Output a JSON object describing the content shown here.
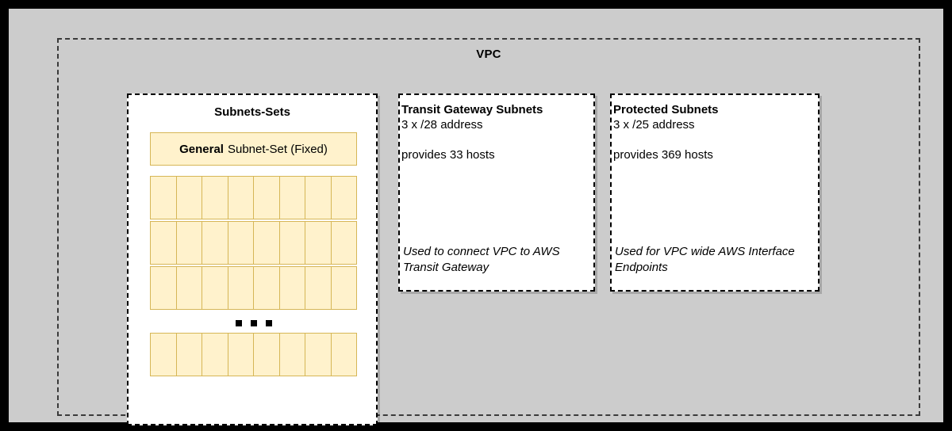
{
  "diagram": {
    "outer_border_color": "#000000",
    "plate_color": "#cccccc",
    "accent_fill": "#fff2cc",
    "accent_stroke": "#d6b656"
  },
  "vpc": {
    "title": "VPC"
  },
  "subnets_sets": {
    "title": "Subnets-Sets",
    "general": {
      "bold_label": "General",
      "rest_label": "Subnet-Set (Fixed)"
    },
    "rows": [
      {
        "cells": 8
      },
      {
        "cells": 8
      },
      {
        "cells": 8
      }
    ],
    "ellipsis_dots": 3,
    "last_row": {
      "cells": 8
    }
  },
  "cards": [
    {
      "id": "transit",
      "title": "Transit Gateway Subnets",
      "address_line": "3 x /28 address",
      "hosts_line": "provides 33 hosts",
      "note": "Used to connect VPC to AWS Transit Gateway"
    },
    {
      "id": "protected",
      "title": "Protected Subnets",
      "address_line": "3 x /25 address",
      "hosts_line": "provides 369 hosts",
      "note": "Used for VPC wide AWS Interface Endpoints"
    }
  ]
}
